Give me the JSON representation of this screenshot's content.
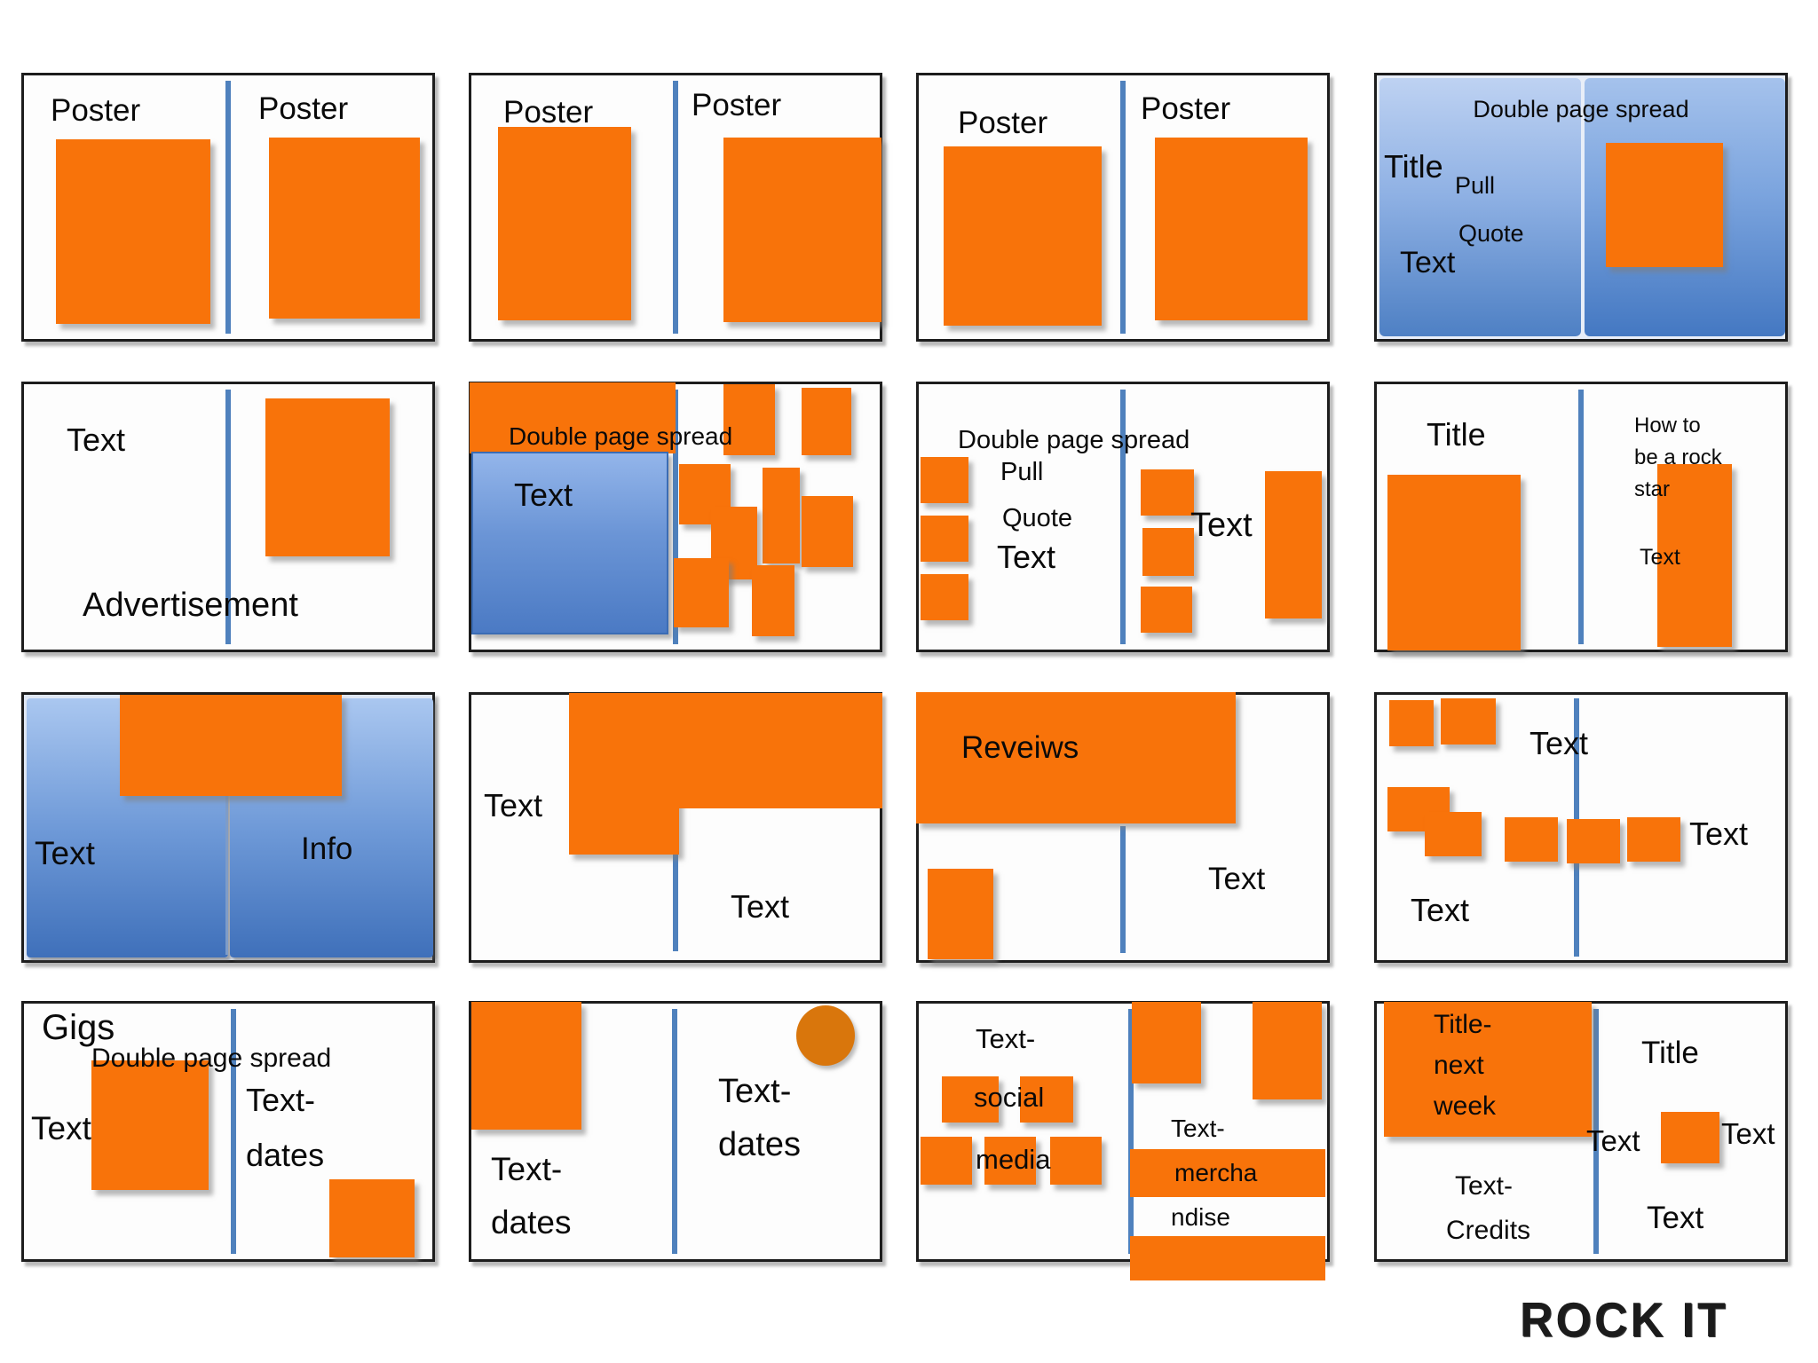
{
  "logo": {
    "text": "ROCK IT"
  },
  "colors": {
    "orange": "#f8730a",
    "orange-dark": "#d9760c",
    "spine": "#4f81bd",
    "ink": "#0a0a0a"
  },
  "cells": {
    "r1c1": {
      "left": "Poster",
      "right": "Poster"
    },
    "r1c2": {
      "left": "Poster",
      "right": "Poster"
    },
    "r1c3": {
      "left": "Poster",
      "right": "Poster"
    },
    "r1c4": {
      "heading": "Double page spread",
      "title": "Title",
      "pull": "Pull",
      "quote": "Quote",
      "text": "Text"
    },
    "r2c1": {
      "text": "Text",
      "ad": "Advertisement"
    },
    "r2c2": {
      "heading": "Double page spread",
      "text": "Text"
    },
    "r2c3": {
      "heading": "Double page spread",
      "pull": "Pull",
      "quote": "Quote",
      "text": "Text",
      "text2": "Text"
    },
    "r2c4": {
      "title": "Title",
      "howto": [
        "How to",
        "be a rock",
        "star"
      ],
      "text": "Text"
    },
    "r3c1": {
      "text": "Text",
      "info": "Info"
    },
    "r3c2": {
      "text_left": "Text",
      "text_right": "Text"
    },
    "r3c3": {
      "reviews": "Reveiws",
      "text": "Text"
    },
    "r3c4": {
      "text_top": "Text",
      "text_right": "Text",
      "text_bottom": "Text"
    },
    "r4c1": {
      "gigs": "Gigs",
      "heading": "Double page spread",
      "text": "Text",
      "dates": [
        "Text-",
        "dates"
      ]
    },
    "r4c2": {
      "dates_left": [
        "Text-",
        "dates"
      ],
      "dates_right": [
        "Text-",
        "dates"
      ]
    },
    "r4c3": {
      "social": [
        "Text-",
        "social",
        "media"
      ],
      "merch": [
        "Text-",
        "mercha",
        "ndise"
      ]
    },
    "r4c4": {
      "title_left": [
        "Title-",
        "next",
        "week"
      ],
      "credits": [
        "Text-",
        "Credits"
      ],
      "title": "Title",
      "text_spine": "Text",
      "text_mid": "Text",
      "text_bottom": "Text"
    }
  }
}
